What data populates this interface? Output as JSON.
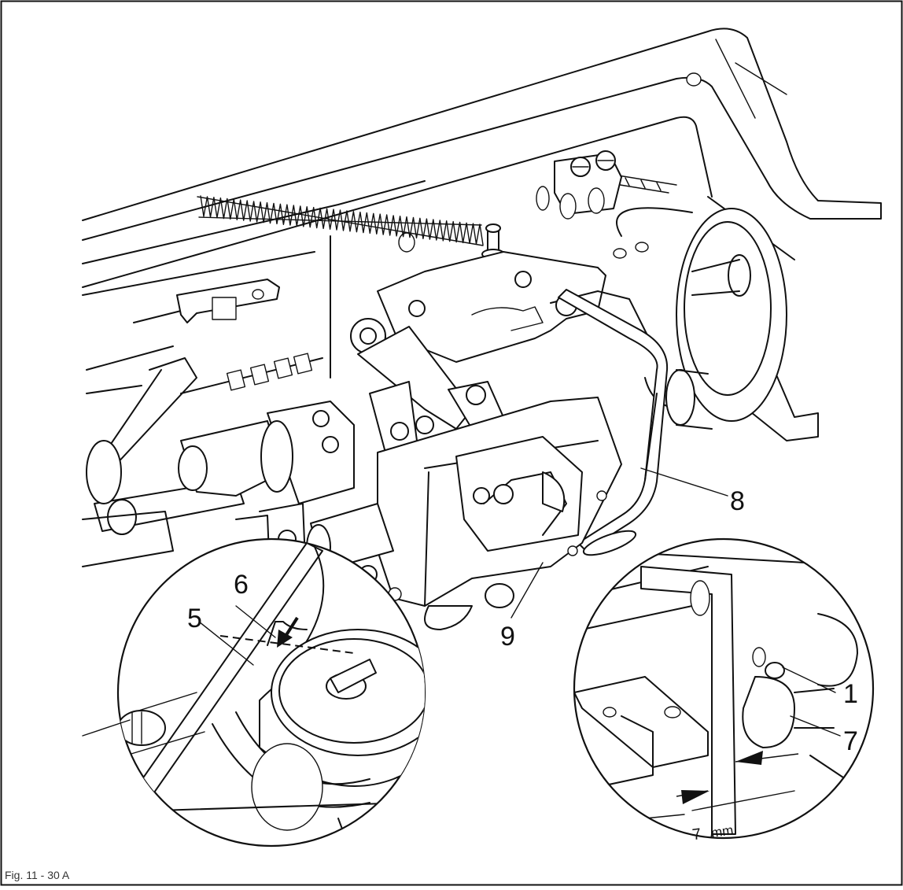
{
  "figure": {
    "caption": "Fig. 11 - 30 A",
    "callouts": {
      "c1": "1",
      "c5": "5",
      "c6": "6",
      "c7": "7",
      "c8": "8",
      "c9": "9"
    },
    "dimension": {
      "value": "7",
      "unit": "mm"
    }
  }
}
